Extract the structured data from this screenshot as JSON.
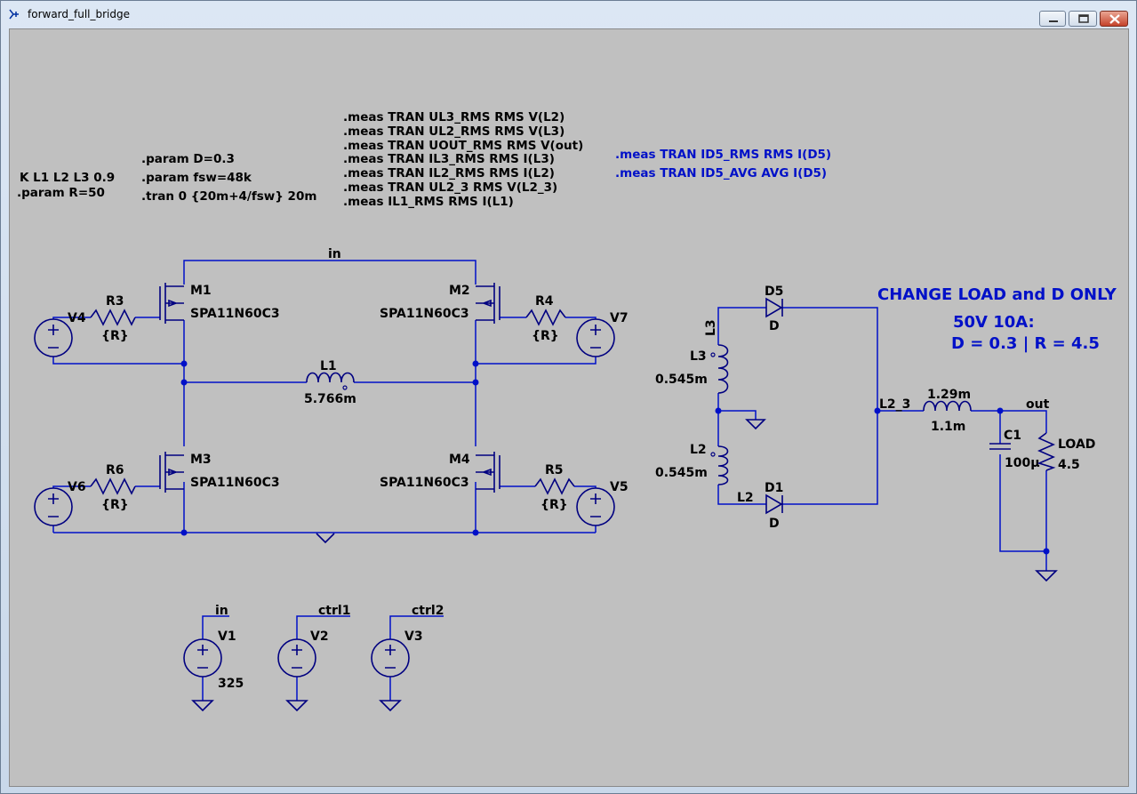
{
  "window": {
    "title": "forward_full_bridge",
    "controls": {
      "minimize": "minimize-icon",
      "maximize": "maximize-icon",
      "close": "close-icon"
    }
  },
  "directives": {
    "coupling": "K L1 L2 L3 0.9",
    "param_r": ".param R=50",
    "param_d": ".param D=0.3",
    "param_fsw": ".param fsw=48k",
    "tran": ".tran 0 {20m+4/fsw} 20m",
    "meas_group": [
      ".meas TRAN UL3_RMS RMS V(L2)",
      ".meas TRAN UL2_RMS RMS V(L3)",
      ".meas TRAN UOUT_RMS RMS V(out)",
      ".meas TRAN IL3_RMS RMS I(L3)",
      ".meas TRAN IL2_RMS RMS I(L2)",
      ".meas TRAN UL2_3 RMS V(L2_3)",
      ".meas IL1_RMS RMS I(L1)"
    ],
    "meas_d5": [
      ".meas TRAN ID5_RMS RMS I(D5)",
      ".meas TRAN ID5_AVG AVG I(D5)"
    ]
  },
  "notes": {
    "change": "CHANGE LOAD and D ONLY",
    "spec": "50V 10A:",
    "values": "D = 0.3 | R = 4.5"
  },
  "components": {
    "M1": {
      "name": "M1",
      "model": "SPA11N60C3"
    },
    "M2": {
      "name": "M2",
      "model": "SPA11N60C3"
    },
    "M3": {
      "name": "M3",
      "model": "SPA11N60C3"
    },
    "M4": {
      "name": "M4",
      "model": "SPA11N60C3"
    },
    "R3": {
      "name": "R3",
      "value": "{R}"
    },
    "R4": {
      "name": "R4",
      "value": "{R}"
    },
    "R5": {
      "name": "R5",
      "value": "{R}"
    },
    "R6": {
      "name": "R6",
      "value": "{R}"
    },
    "V4": {
      "name": "V4"
    },
    "V5": {
      "name": "V5"
    },
    "V6": {
      "name": "V6"
    },
    "V7": {
      "name": "V7"
    },
    "L1": {
      "name": "L1",
      "value": "5.766m"
    },
    "L2": {
      "name": "L2",
      "value": "0.545m"
    },
    "L3": {
      "name": "L3",
      "value": "0.545m"
    },
    "Lout": {
      "value": "1.29m",
      "value2": "1.1m"
    },
    "D1": {
      "name": "D1",
      "model": "D"
    },
    "D5": {
      "name": "D5",
      "model": "D"
    },
    "C1": {
      "name": "C1",
      "value": "100µ"
    },
    "LOAD": {
      "name": "LOAD",
      "value": "4.5"
    },
    "V1": {
      "name": "V1",
      "value": "325"
    },
    "V2": {
      "name": "V2"
    },
    "V3": {
      "name": "V3"
    }
  },
  "nets": {
    "in_top": "in",
    "in_src": "in",
    "ctrl1": "ctrl1",
    "ctrl2": "ctrl2",
    "out": "out",
    "l2_3": "L2_3",
    "l2": "L2",
    "l3": "L3"
  },
  "colors": {
    "canvas": "#c0c0c0",
    "wire": "#0010c8",
    "component": "#000080",
    "annotation": "#0010c8"
  }
}
